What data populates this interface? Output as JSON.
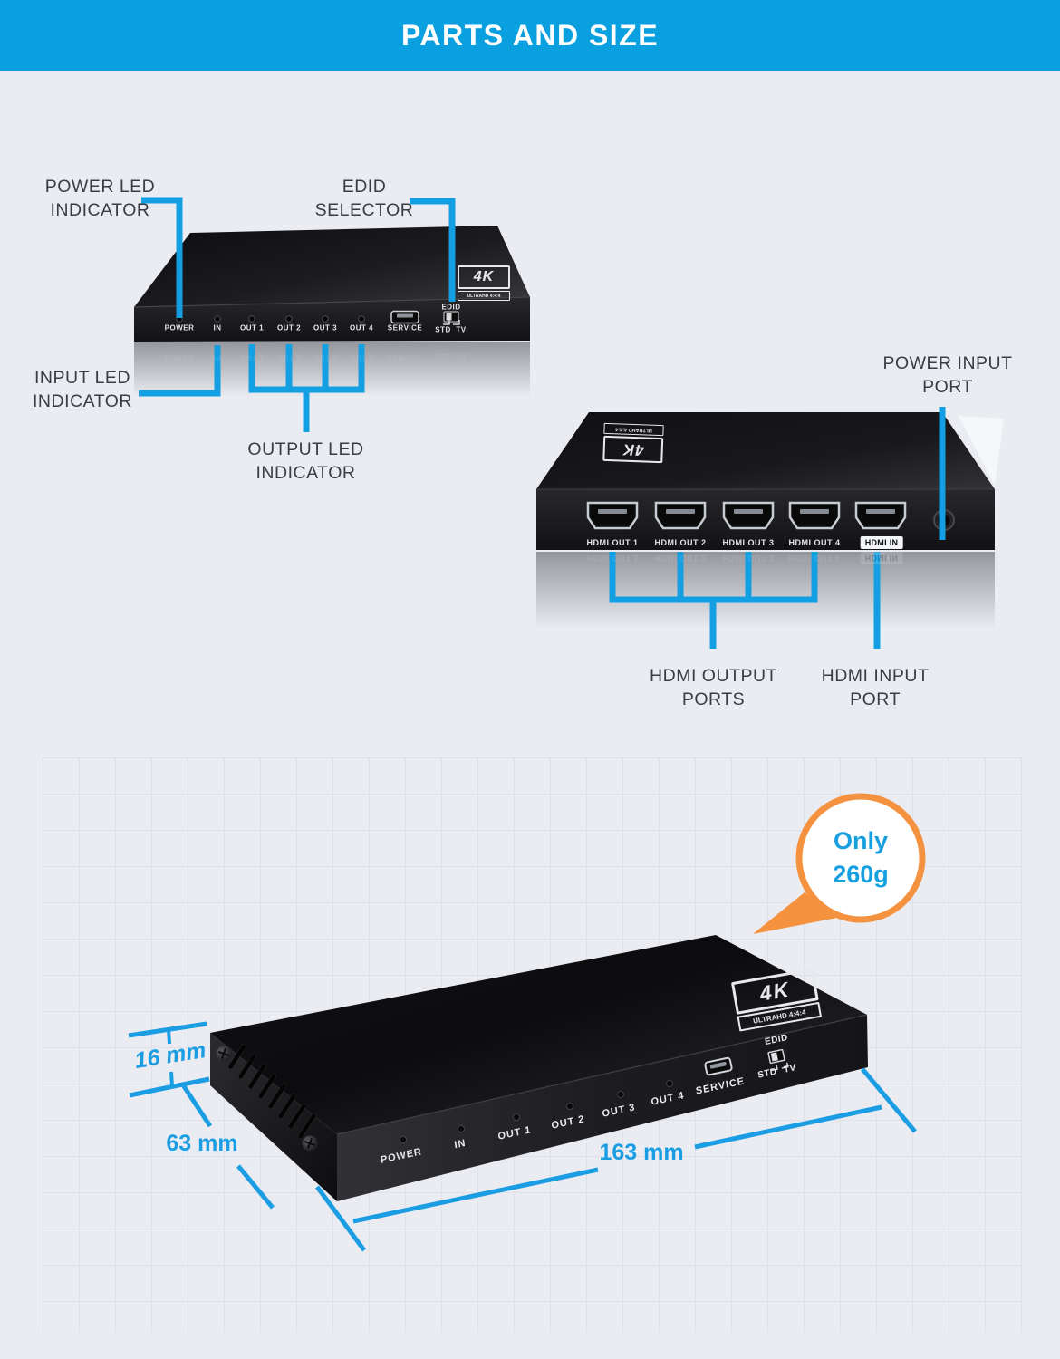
{
  "header": {
    "title": "PARTS AND SIZE"
  },
  "front_view": {
    "callout_power_led": {
      "l1": "POWER LED",
      "l2": "INDICATOR"
    },
    "callout_edid": {
      "l1": "EDID",
      "l2": "SELECTOR"
    },
    "callout_input_led": {
      "l1": "INPUT LED",
      "l2": "INDICATOR"
    },
    "callout_output_led": {
      "l1": "OUTPUT LED",
      "l2": "INDICATOR"
    },
    "panel": {
      "power": "POWER",
      "input": "IN",
      "out1": "OUT 1",
      "out2": "OUT 2",
      "out3": "OUT 3",
      "out4": "OUT 4",
      "service": "SERVICE",
      "edid": "EDID",
      "std": "STD",
      "tv": "TV"
    },
    "badge": {
      "main": "4K",
      "sub": "ULTRAHD 4:4:4"
    }
  },
  "rear_view": {
    "callout_power_input": {
      "l1": "POWER INPUT",
      "l2": "PORT"
    },
    "callout_hdmi_output": {
      "l1": "HDMI OUTPUT",
      "l2": "PORTS"
    },
    "callout_hdmi_input": {
      "l1": "HDMI INPUT",
      "l2": "PORT"
    },
    "ports": {
      "out1": "HDMI OUT 1",
      "out2": "HDMI OUT 2",
      "out3": "HDMI OUT 3",
      "out4": "HDMI OUT 4",
      "input": "HDMI IN"
    },
    "badge": {
      "main": "4K",
      "sub": "ULTRAHD 4:4:4"
    }
  },
  "size_view": {
    "bubble": {
      "l1": "Only",
      "l2": "260g"
    },
    "dim_height": "16 mm",
    "dim_depth": "63 mm",
    "dim_length": "163 mm",
    "panel": {
      "power": "POWER",
      "input": "IN",
      "out1": "OUT 1",
      "out2": "OUT 2",
      "out3": "OUT 3",
      "out4": "OUT 4",
      "service": "SERVICE",
      "edid": "EDID",
      "std": "STD",
      "tv": "TV"
    },
    "badge": {
      "main": "4K",
      "sub": "ULTRAHD 4:4:4"
    }
  },
  "colors": {
    "header_bg": "#0aa0e0",
    "accent_blue": "#149fe3",
    "dimension_text": "#1b9de3",
    "bubble_border": "#f5923f",
    "bubble_text": "#189fe0",
    "label_text": "#3b3d42",
    "device_black": "#1a1a1d",
    "page_bg": "#eaecf1",
    "grid_line": "#dee1e8"
  }
}
